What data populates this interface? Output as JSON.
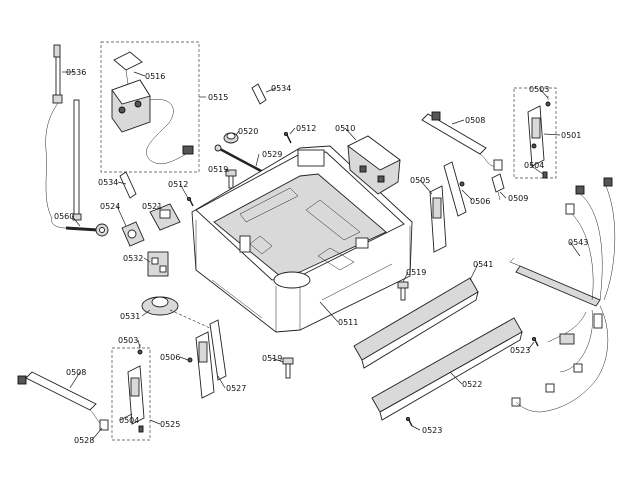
{
  "diagram": {
    "labels": {
      "p0536": "0536",
      "p0516": "0516",
      "p0515": "0515",
      "p0534a": "0534",
      "p0520": "0520",
      "p0512a": "0512",
      "p0510": "0510",
      "p0508a": "0508",
      "p0503a": "0503",
      "p0501": "0501",
      "p0519a": "0519",
      "p0529": "0529",
      "p0534b": "0534",
      "p0512b": "0512",
      "p0504a": "0504",
      "p0505": "0505",
      "p0506a": "0506",
      "p0509": "0509",
      "p0560": "0560",
      "p0524": "0524",
      "p0521": "0521",
      "p0543": "0543",
      "p0532": "0532",
      "p0519b": "0519",
      "p0541": "0541",
      "p0531": "0531",
      "p0511": "0511",
      "p0503b": "0503",
      "p0506b": "0506",
      "p0519c": "0519",
      "p0523a": "0523",
      "p0508b": "0508",
      "p0527": "0527",
      "p0522": "0522",
      "p0504b": "0504",
      "p0525": "0525",
      "p0528": "0528",
      "p0523b": "0523"
    }
  }
}
